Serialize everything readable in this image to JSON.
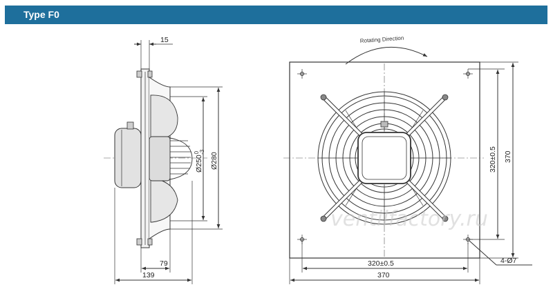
{
  "header": {
    "title": "Type F0"
  },
  "side_view": {
    "dim_top": "15",
    "dim_diameter_inner": "Ø250",
    "dim_diameter_inner_tol_upper": "0",
    "dim_diameter_inner_tol_lower": "-3",
    "dim_diameter_outer": "Ø280",
    "dim_bottom_inner": "79",
    "dim_bottom_outer": "139"
  },
  "front_view": {
    "rotation_label": "Rotating Direction",
    "dim_hole_vertical": "320±0.5",
    "dim_total_vertical": "370",
    "dim_hole_horizontal": "320±0.5",
    "dim_total_horizontal": "370",
    "dim_holes": "4-Ø7"
  },
  "watermark": "ventilfactory.ru",
  "colors": {
    "header_bg": "#1e6f9c",
    "header_text": "#ffffff"
  }
}
